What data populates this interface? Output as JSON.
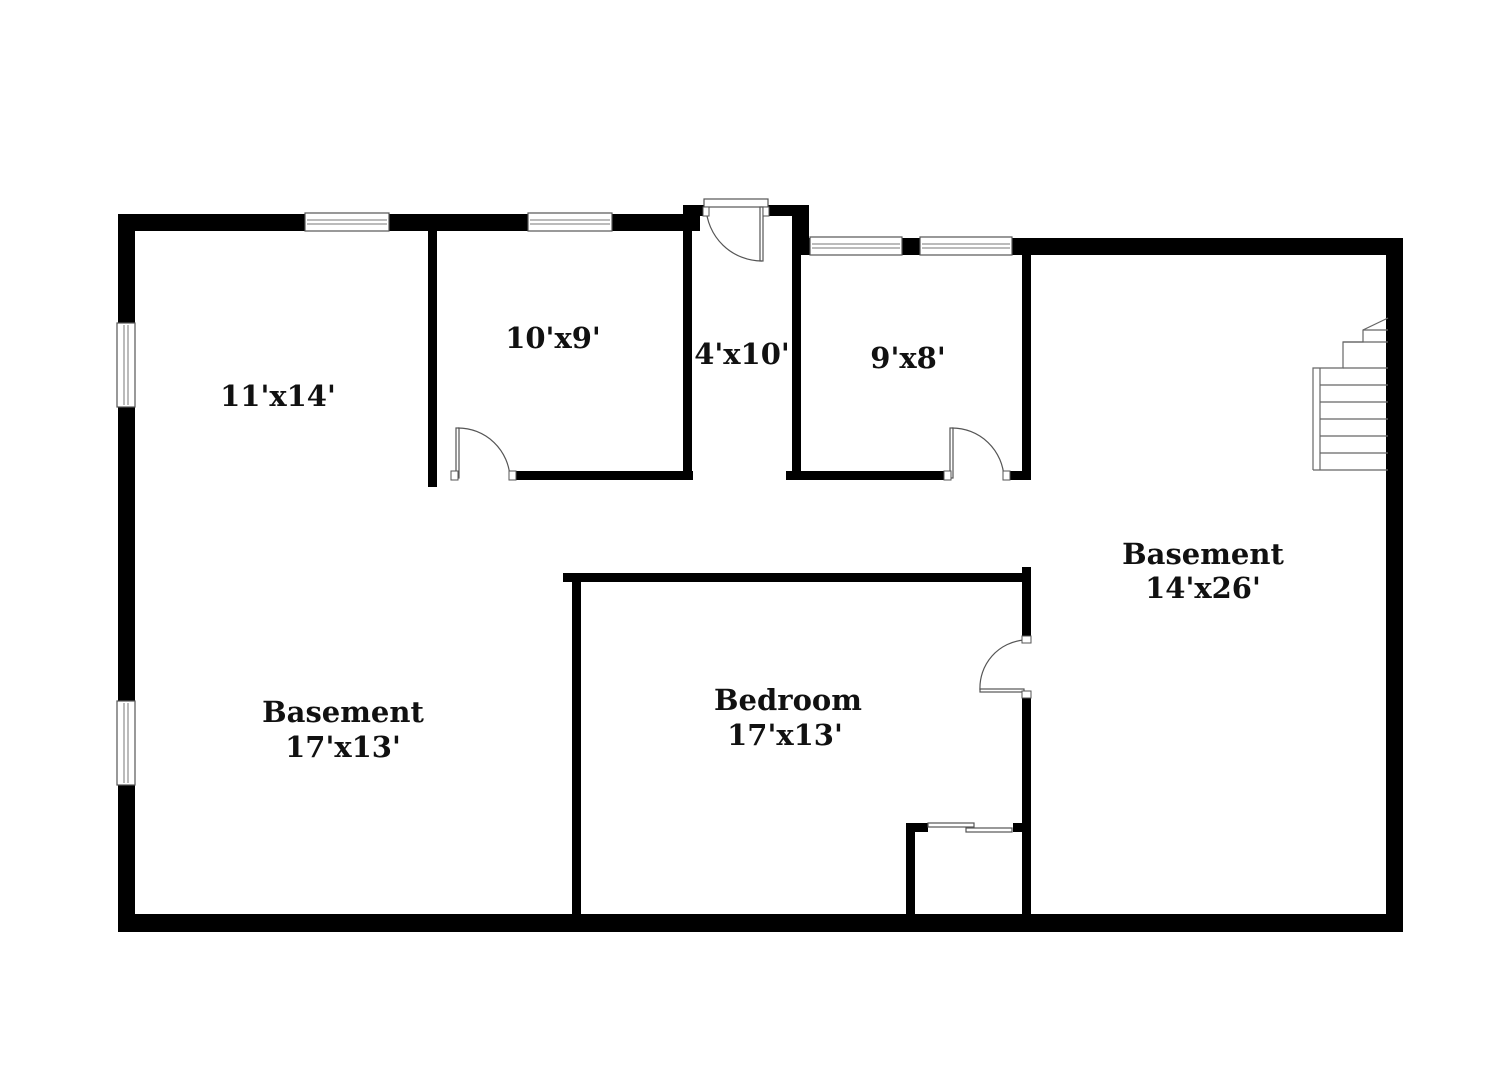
{
  "rooms": {
    "room_nw": {
      "size": "11'x14'"
    },
    "room_top_left": {
      "size": "10'x9'"
    },
    "hall": {
      "size": "4'x10'"
    },
    "room_top_right": {
      "size": "9'x8'"
    },
    "basement_east": {
      "name": "Basement",
      "size": "14'x26'"
    },
    "basement_west": {
      "name": "Basement",
      "size": "17'x13'"
    },
    "bedroom": {
      "name": "Bedroom",
      "size": "17'x13'"
    }
  },
  "colors": {
    "wall": "#000000",
    "background": "#ffffff",
    "fixture": "#555555"
  }
}
